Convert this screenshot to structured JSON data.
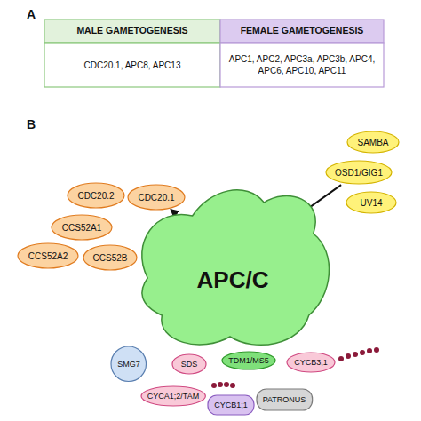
{
  "diagram": {
    "nodes": [
      {
        "text": [
          "CDC20.2"
        ]
      },
      {
        "text": [
          "CDC20.1"
        ]
      },
      {
        "text": [
          "CCS52A1"
        ]
      },
      {
        "text": [
          "CCS52A2"
        ]
      },
      {
        "text": [
          "CCS52B"
        ]
      },
      {
        "text": [
          "SAMBA"
        ]
      },
      {
        "text": [
          "OSD1/GIG1"
        ]
      },
      {
        "text": [
          "UV14"
        ]
      },
      {
        "text": [
          "APC/C"
        ]
      },
      {
        "text": [
          "SMG7"
        ]
      },
      {
        "text": [
          "SDS"
        ]
      },
      {
        "text": [
          "TDM1/MS5"
        ]
      },
      {
        "text": [
          "CYCB3;1"
        ]
      },
      {
        "text": [
          "CYCA1;2/TAM"
        ]
      },
      {
        "text": [
          "CYCB1;1"
        ]
      },
      {
        "text": [
          "PATRONUS"
        ]
      }
    ],
    "edges": [
      {
        "from": 1,
        "to": 8,
        "arrow": "to"
      },
      {
        "from": 6,
        "to": 8,
        "arrow": "to"
      }
    ],
    "labels": [
      "A",
      "B",
      "MALE GAMETOGENESIS",
      "FEMALE GAMETOGENESIS",
      "CDC20.1, APC8, APC13",
      "APC1, APC2, APC3a, APC3b, APC4, APC6, APC10, APC11"
    ]
  }
}
